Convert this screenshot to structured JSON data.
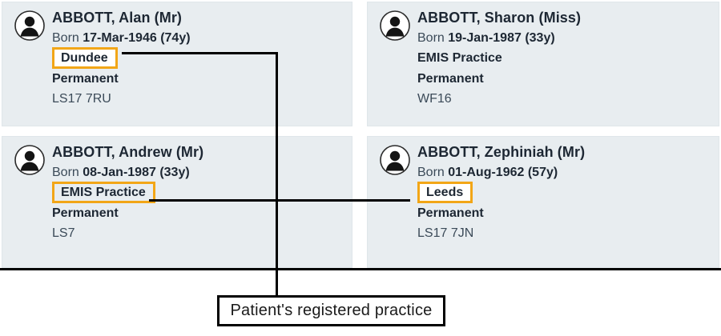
{
  "theme": {
    "card_background": "#e8edf0",
    "page_background": "#ffffff",
    "highlight_border": "#F2A617",
    "text_primary": "#1d2733",
    "text_secondary": "#3b4a58",
    "connector": "#000000"
  },
  "cards": [
    {
      "avatar_icon": "person-avatar-icon",
      "name": "ABBOTT, Alan (Mr)",
      "born_label": "Born",
      "born_value": "17-Mar-1946 (74y)",
      "practice": "Dundee",
      "practice_highlighted": true,
      "status": "Permanent",
      "postcode": "LS17 7RU"
    },
    {
      "avatar_icon": "person-avatar-icon",
      "name": "ABBOTT, Sharon (Miss)",
      "born_label": "Born",
      "born_value": "19-Jan-1987 (33y)",
      "practice": "EMIS Practice",
      "practice_highlighted": false,
      "status": "Permanent",
      "postcode": "WF16"
    },
    {
      "avatar_icon": "person-avatar-icon",
      "name": "ABBOTT, Andrew (Mr)",
      "born_label": "Born",
      "born_value": "08-Jan-1987 (33y)",
      "practice": "EMIS Practice",
      "practice_highlighted": true,
      "status": "Permanent",
      "postcode": "LS7"
    },
    {
      "avatar_icon": "person-avatar-icon",
      "name": "ABBOTT, Zephiniah (Mr)",
      "born_label": "Born",
      "born_value": "01-Aug-1962 (57y)",
      "practice": "Leeds",
      "practice_highlighted": true,
      "status": "Permanent",
      "postcode": "LS17 7JN"
    }
  ],
  "annotation": {
    "callout_text": "Patient's registered practice"
  }
}
